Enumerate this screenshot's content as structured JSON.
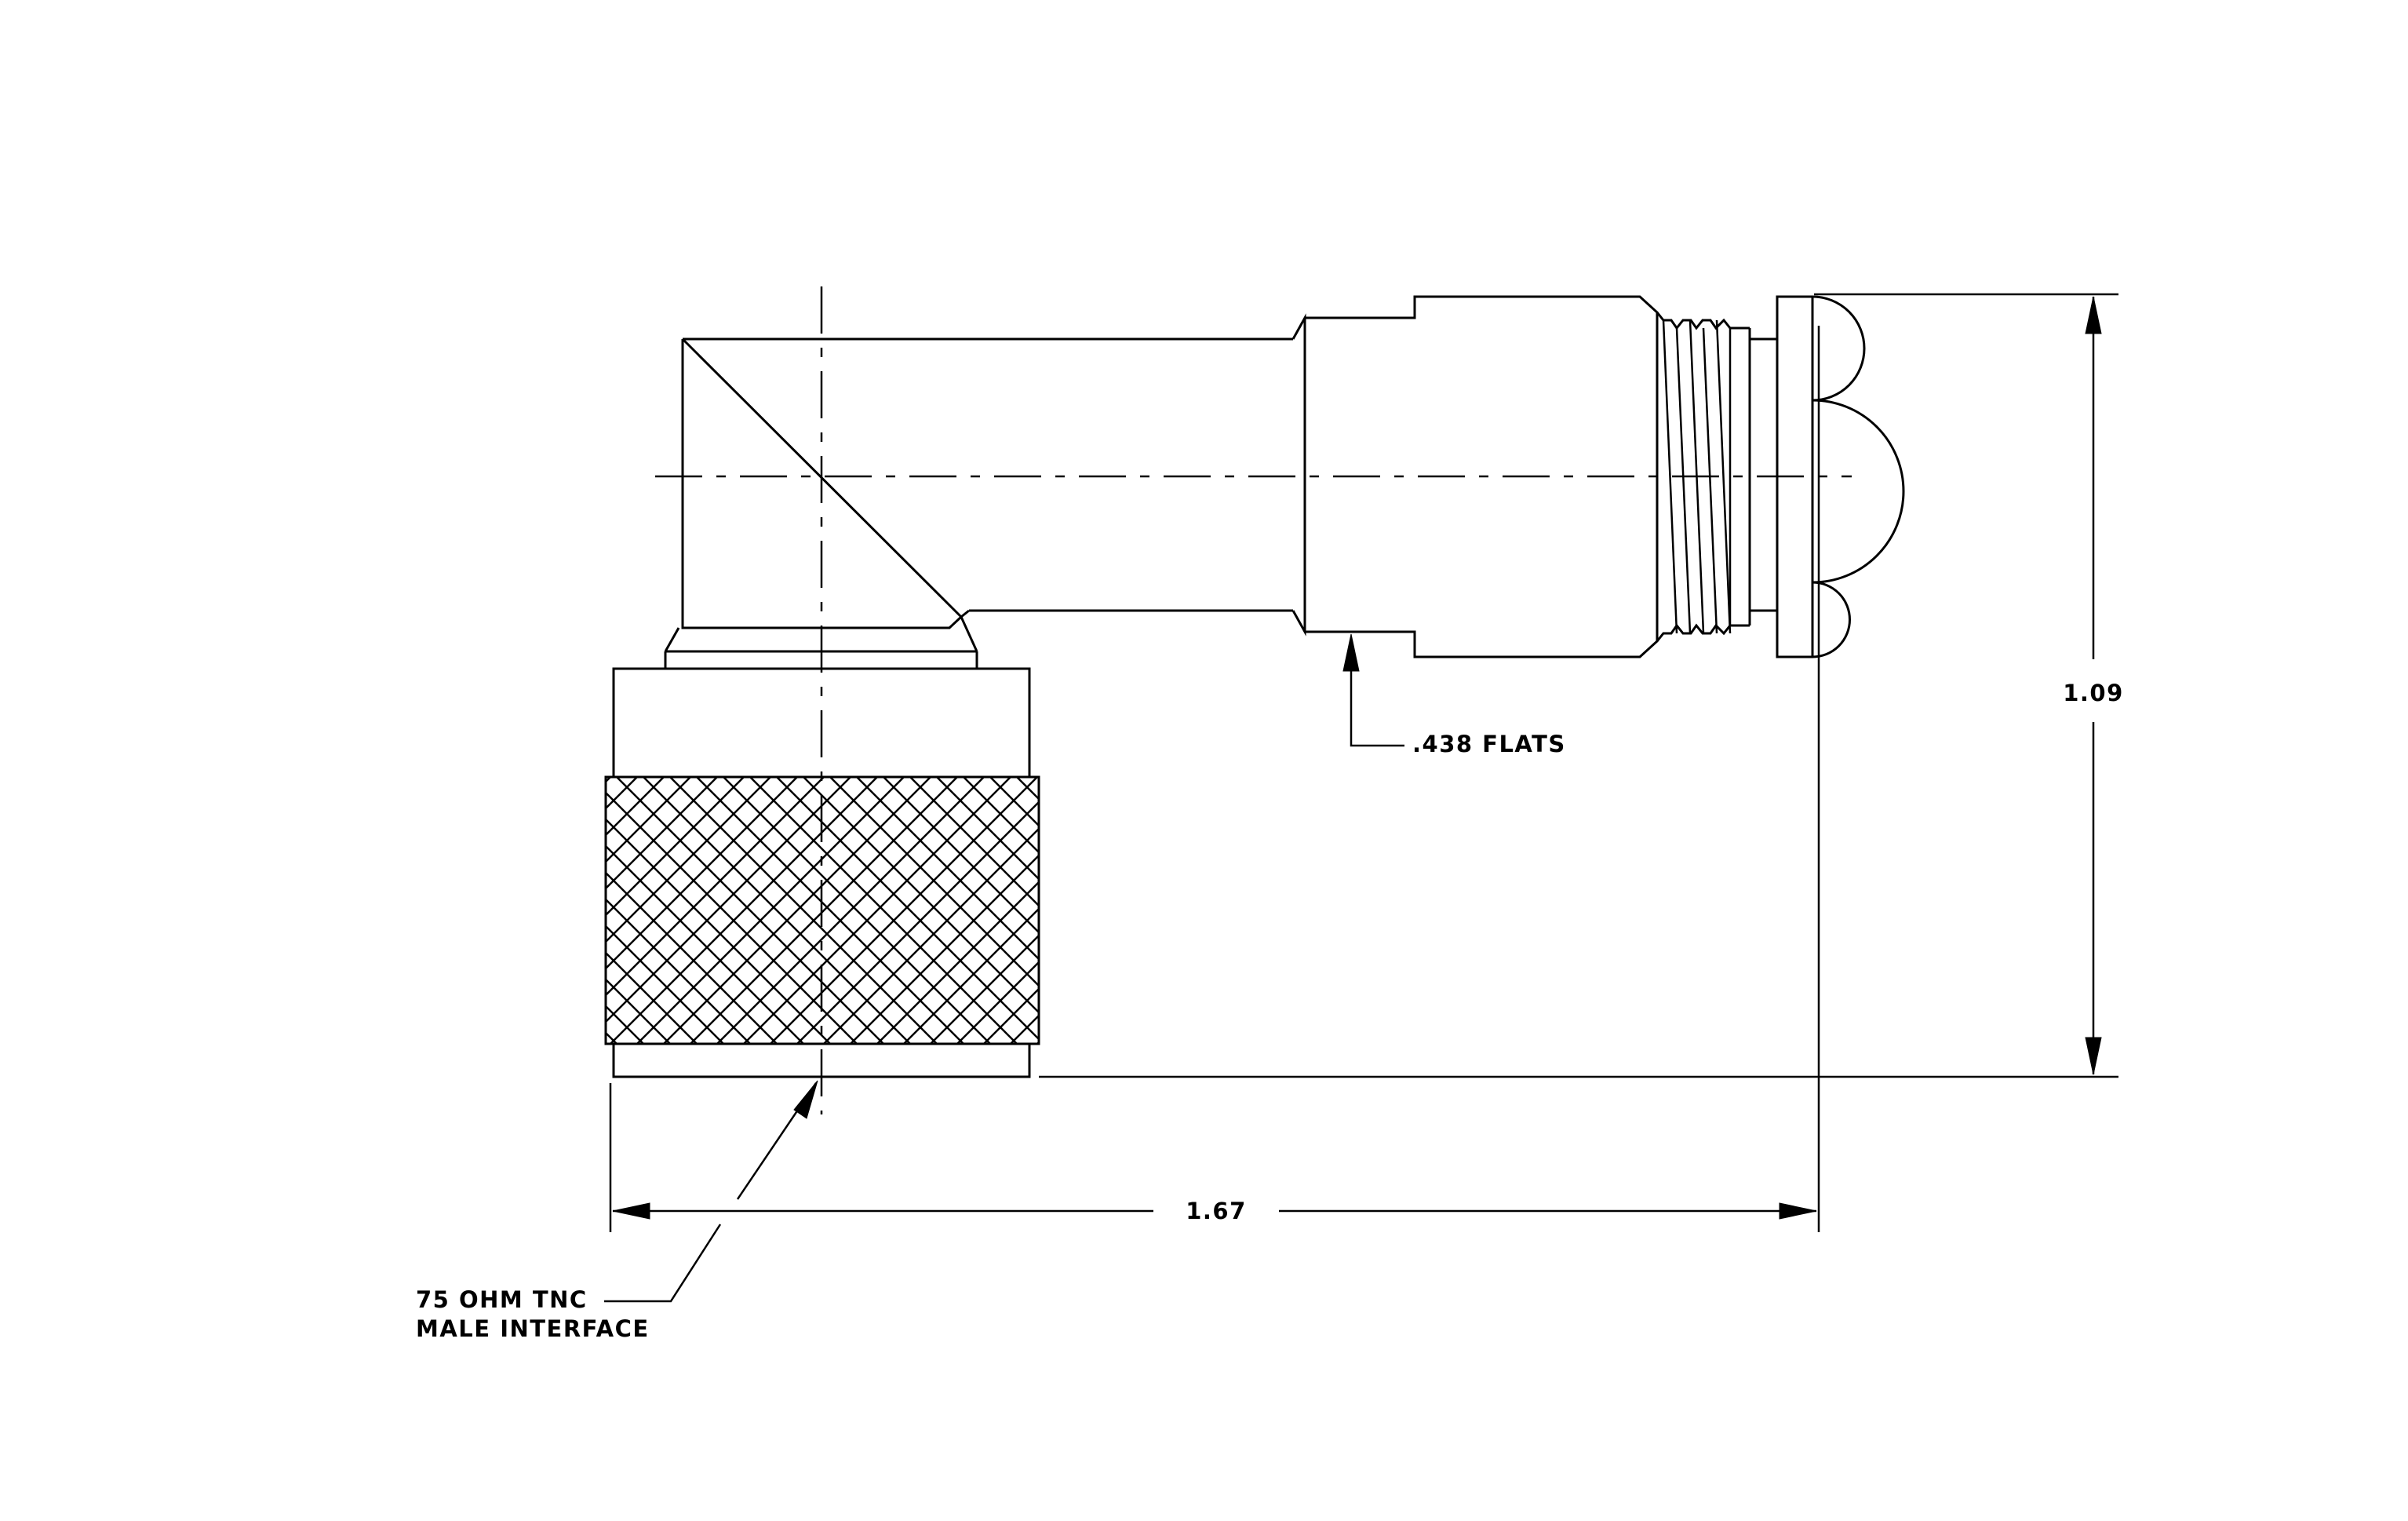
{
  "drawing": {
    "dimension_height": "1.09",
    "dimension_length": "1.67",
    "flats_note": ".438 FLATS",
    "interface_note_line1": "75 OHM TNC",
    "interface_note_line2": "MALE INTERFACE"
  }
}
